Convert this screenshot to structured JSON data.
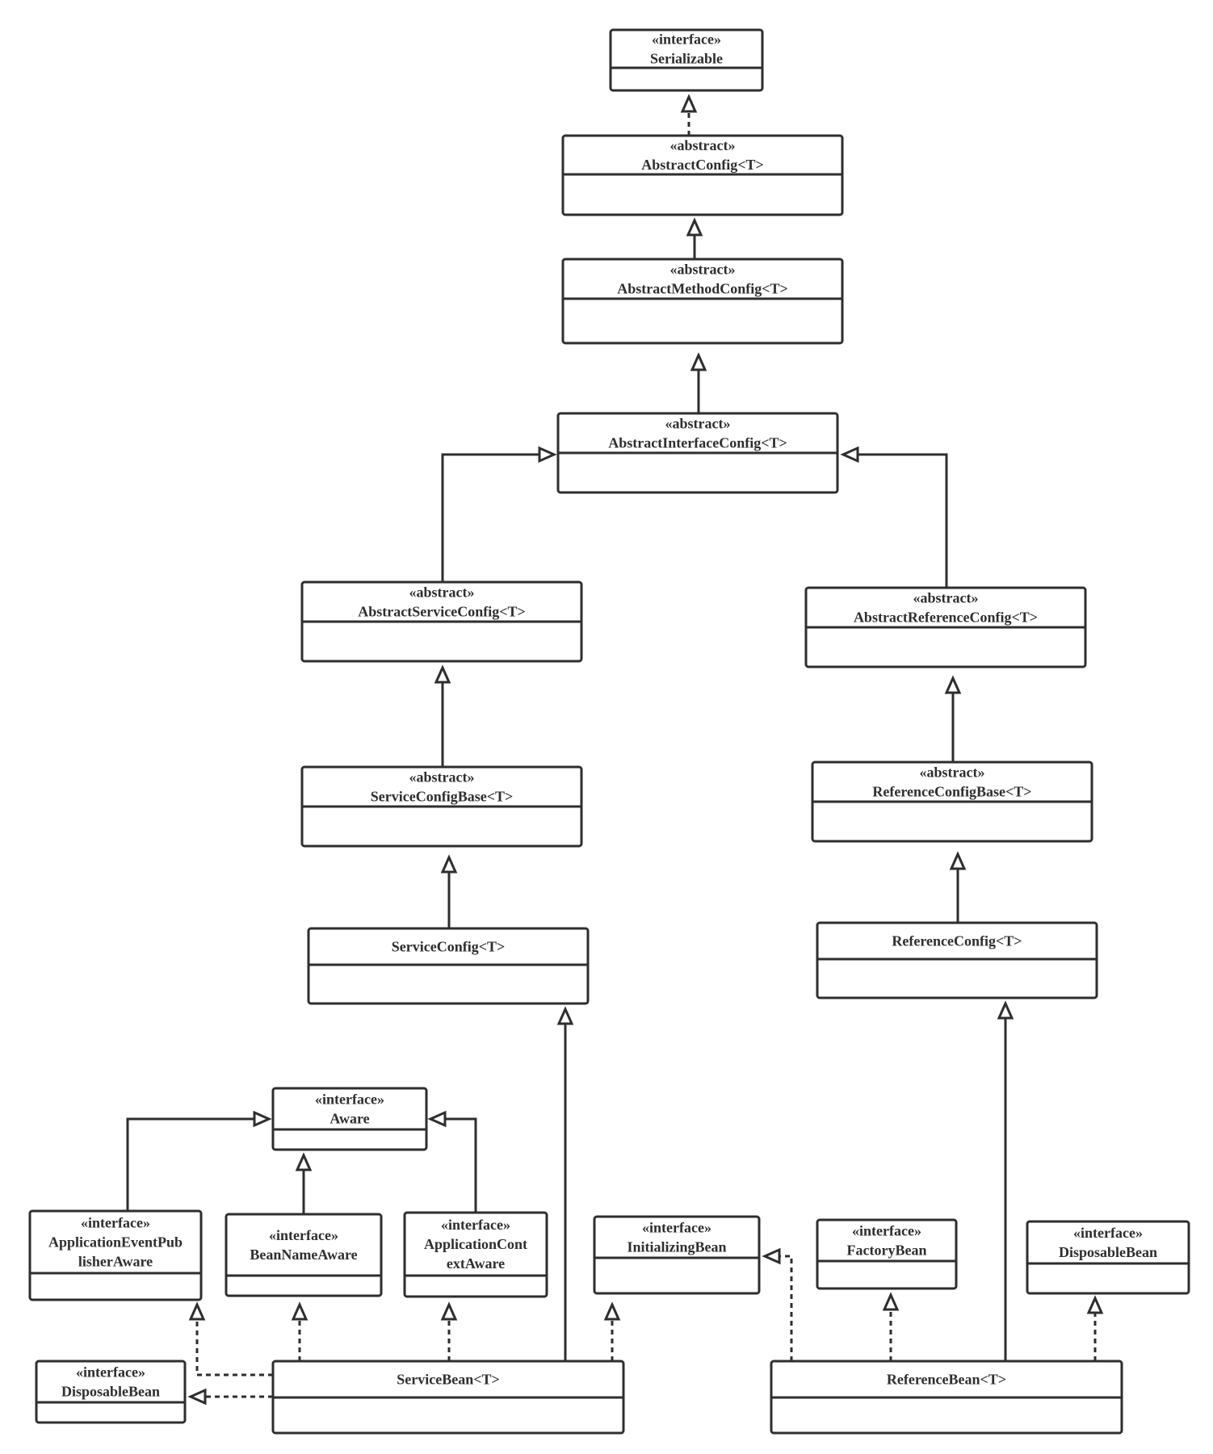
{
  "diagram": {
    "type": "uml-class-diagram",
    "classes": [
      {
        "id": "serializable",
        "stereotype": "«interface»",
        "name": "Serializable"
      },
      {
        "id": "abstract-config",
        "stereotype": "«abstract»",
        "name": "AbstractConfig<T>"
      },
      {
        "id": "abstract-method-config",
        "stereotype": "«abstract»",
        "name": "AbstractMethodConfig<T>"
      },
      {
        "id": "abstract-interface-config",
        "stereotype": "«abstract»",
        "name": "AbstractInterfaceConfig<T>"
      },
      {
        "id": "abstract-service-config",
        "stereotype": "«abstract»",
        "name": "AbstractServiceConfig<T>"
      },
      {
        "id": "abstract-reference-config",
        "stereotype": "«abstract»",
        "name": "AbstractReferenceConfig<T>"
      },
      {
        "id": "service-config-base",
        "stereotype": "«abstract»",
        "name": "ServiceConfigBase<T>"
      },
      {
        "id": "reference-config-base",
        "stereotype": "«abstract»",
        "name": "ReferenceConfigBase<T>"
      },
      {
        "id": "service-config",
        "stereotype": "",
        "name": "ServiceConfig<T>"
      },
      {
        "id": "reference-config",
        "stereotype": "",
        "name": "ReferenceConfig<T>"
      },
      {
        "id": "aware",
        "stereotype": "«interface»",
        "name": "Aware"
      },
      {
        "id": "application-event-publisher-aware",
        "stereotype": "«interface»",
        "name": "ApplicationEventPub",
        "name2": "lisherAware"
      },
      {
        "id": "bean-name-aware",
        "stereotype": "«interface»",
        "name": "BeanNameAware"
      },
      {
        "id": "application-context-aware",
        "stereotype": "«interface»",
        "name": "ApplicationCont",
        "name2": "extAware"
      },
      {
        "id": "initializing-bean",
        "stereotype": "«interface»",
        "name": "InitializingBean"
      },
      {
        "id": "factory-bean",
        "stereotype": "«interface»",
        "name": "FactoryBean"
      },
      {
        "id": "disposable-bean-right",
        "stereotype": "«interface»",
        "name": "DisposableBean"
      },
      {
        "id": "disposable-bean-left",
        "stereotype": "«interface»",
        "name": "DisposableBean"
      },
      {
        "id": "service-bean",
        "stereotype": "",
        "name": "ServiceBean<T>"
      },
      {
        "id": "reference-bean",
        "stereotype": "",
        "name": "ReferenceBean<T>"
      }
    ],
    "relations": [
      {
        "from": "abstract-config",
        "to": "serializable",
        "kind": "realization"
      },
      {
        "from": "abstract-method-config",
        "to": "abstract-config",
        "kind": "generalization"
      },
      {
        "from": "abstract-interface-config",
        "to": "abstract-method-config",
        "kind": "generalization"
      },
      {
        "from": "abstract-service-config",
        "to": "abstract-interface-config",
        "kind": "generalization"
      },
      {
        "from": "abstract-reference-config",
        "to": "abstract-interface-config",
        "kind": "generalization"
      },
      {
        "from": "service-config-base",
        "to": "abstract-service-config",
        "kind": "generalization"
      },
      {
        "from": "reference-config-base",
        "to": "abstract-reference-config",
        "kind": "generalization"
      },
      {
        "from": "service-config",
        "to": "service-config-base",
        "kind": "generalization"
      },
      {
        "from": "reference-config",
        "to": "reference-config-base",
        "kind": "generalization"
      },
      {
        "from": "application-event-publisher-aware",
        "to": "aware",
        "kind": "generalization"
      },
      {
        "from": "bean-name-aware",
        "to": "aware",
        "kind": "generalization"
      },
      {
        "from": "application-context-aware",
        "to": "aware",
        "kind": "generalization"
      },
      {
        "from": "service-bean",
        "to": "service-config",
        "kind": "generalization"
      },
      {
        "from": "service-bean",
        "to": "application-event-publisher-aware",
        "kind": "realization"
      },
      {
        "from": "service-bean",
        "to": "bean-name-aware",
        "kind": "realization"
      },
      {
        "from": "service-bean",
        "to": "application-context-aware",
        "kind": "realization"
      },
      {
        "from": "service-bean",
        "to": "initializing-bean",
        "kind": "realization"
      },
      {
        "from": "service-bean",
        "to": "disposable-bean-left",
        "kind": "realization"
      },
      {
        "from": "reference-bean",
        "to": "reference-config",
        "kind": "generalization"
      },
      {
        "from": "reference-bean",
        "to": "initializing-bean",
        "kind": "realization"
      },
      {
        "from": "reference-bean",
        "to": "factory-bean",
        "kind": "realization"
      },
      {
        "from": "reference-bean",
        "to": "disposable-bean-right",
        "kind": "realization"
      }
    ]
  }
}
